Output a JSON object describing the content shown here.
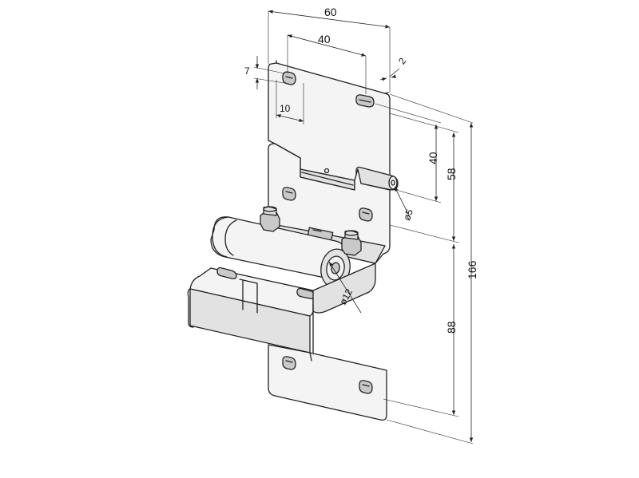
{
  "dimensions": {
    "overall_width": "60",
    "hole_spacing": "40",
    "thickness": "2",
    "slot_height": "7",
    "slot_offset": "10",
    "upper_hole_drop": "40",
    "upper_leaf": "58",
    "total_height": "166",
    "lower_section": "88",
    "pin_diameter": "ø5",
    "barrel_diameter": "ø12"
  }
}
